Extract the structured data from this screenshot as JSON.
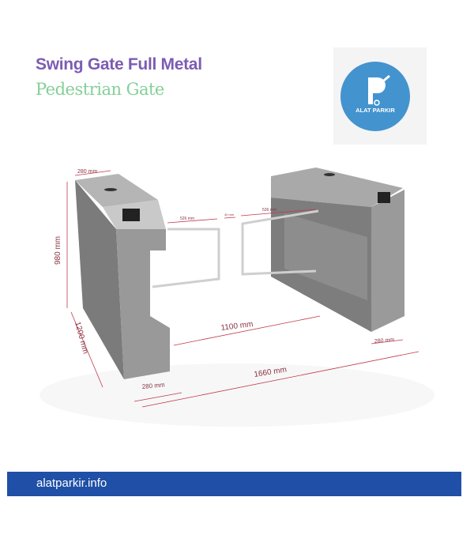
{
  "header": {
    "title": "Swing Gate Full Metal",
    "subtitle": "Pedestrian Gate"
  },
  "logo": {
    "text": "ALAT PARKIR",
    "color": "#4393cf"
  },
  "diagram": {
    "dimensions": {
      "top_width": "280 mm",
      "height": "980 mm",
      "arm_left": "526 mm",
      "arm_gap": "40 mm",
      "arm_right": "526 mm",
      "passage_width": "1100 mm",
      "right_base_width": "280 mm",
      "length": "1200 mm",
      "left_base_width": "280 mm",
      "total_width": "1660 mm"
    },
    "dimension_color": "#c0394b"
  },
  "footer": {
    "text": "alatparkir.info",
    "color": "#1f4fa6"
  }
}
